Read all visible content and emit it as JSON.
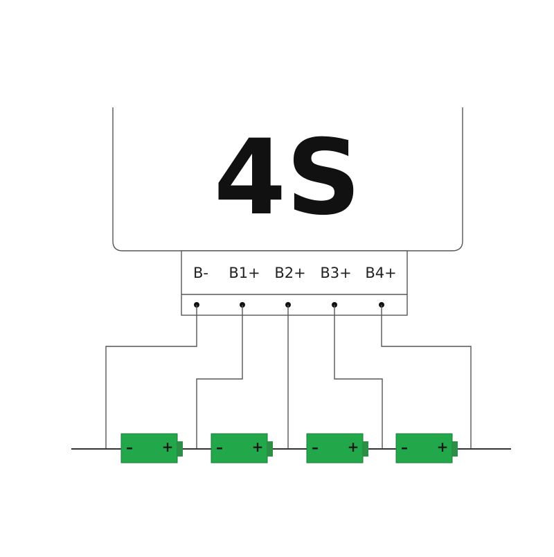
{
  "board": {
    "label": "4S"
  },
  "connector": {
    "pins": [
      "B-",
      "B1+",
      "B2+",
      "B3+",
      "B4+"
    ]
  },
  "battery": {
    "minus": "–",
    "plus": "+"
  },
  "colors": {
    "battery_body": "#22a84a",
    "battery_cap": "#2c8f45",
    "line": "#555555",
    "text": "#111111"
  }
}
